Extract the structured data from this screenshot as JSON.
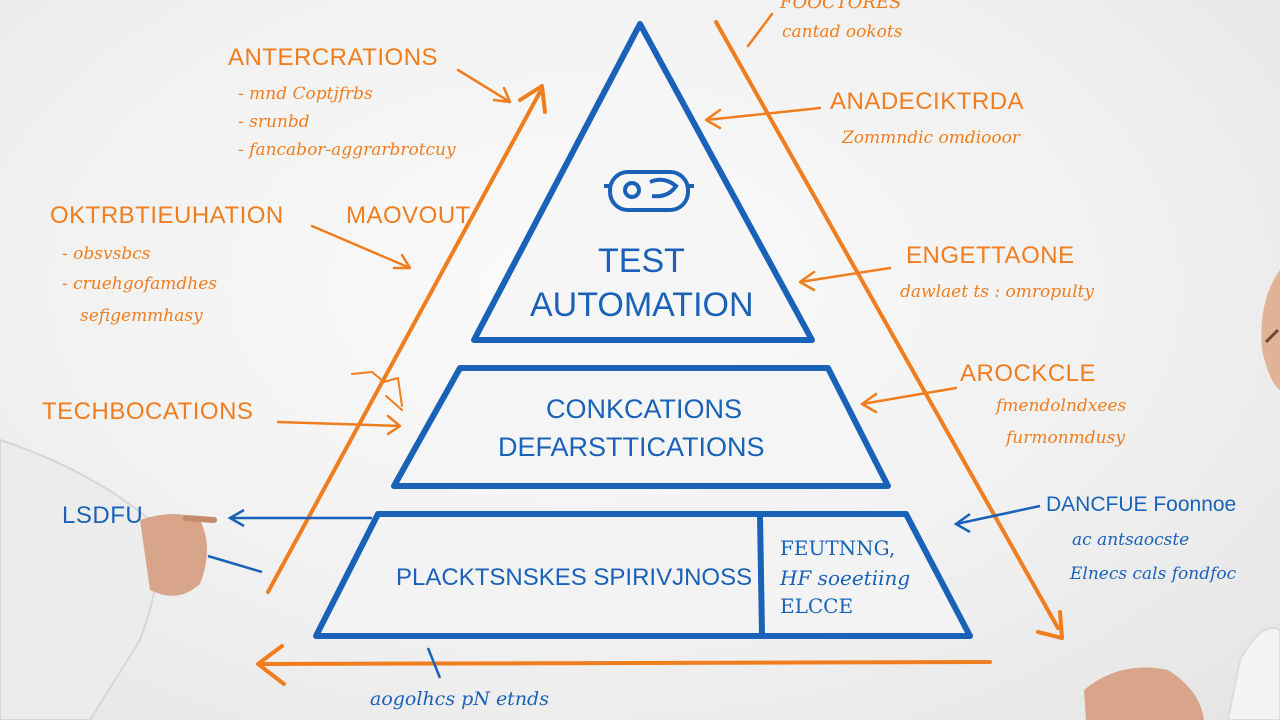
{
  "colors": {
    "orange": "#f07d1e",
    "blue": "#1a62b8",
    "board": "#f3f3f3",
    "skin": "#d9a58a",
    "sleeve": "#ececec"
  },
  "pyramid": {
    "top": {
      "line1": "TEST",
      "line2": "AUTOMATION",
      "icon": "robot-head-icon"
    },
    "middle": {
      "line1": "CONKCATIONS",
      "line2": "DEFARSTTICATIONS"
    },
    "bottom": {
      "left": "PLACKTSNSKES SPIRIVJNOSS",
      "right_line1": "FEUTNNG,",
      "right_line2": "HF soeetiing",
      "right_line3": "ELCCE"
    }
  },
  "left_notes": [
    {
      "head": "ANTERCRATIONS",
      "items": [
        "- mnd  Coptjfrbs",
        "- srunbd",
        "- fancabor-aggrarbrotcuy"
      ]
    },
    {
      "head": "OKTRBTIEUHATION",
      "items": [
        "- obsvsbcs",
        "- cruehgofamdhes",
        "sefigemmhasy"
      ]
    },
    {
      "head": "TECHBOCATIONS",
      "items": []
    },
    {
      "head": "LSDFU",
      "items": []
    }
  ],
  "center_label": "MAOVOUT",
  "right_notes": [
    {
      "head": "FOOCTORES",
      "items": [
        "cantad  ookots"
      ]
    },
    {
      "head": "ANADECIKTRDA",
      "items": [
        "Zommndic  omdiooor"
      ]
    },
    {
      "head": "ENGETTAONE",
      "items": [
        "dawlaet ts : omropulty"
      ]
    },
    {
      "head": "AROCKCLE",
      "items": [
        "fmendolndxees",
        "furmonmdusy"
      ]
    },
    {
      "head": "DANCFUE Foonnoe",
      "items": [
        "ac  antsaocste",
        "Elnecs cals fondfoc"
      ]
    }
  ],
  "bottom_note": "aogolhcs  pN  etnds"
}
